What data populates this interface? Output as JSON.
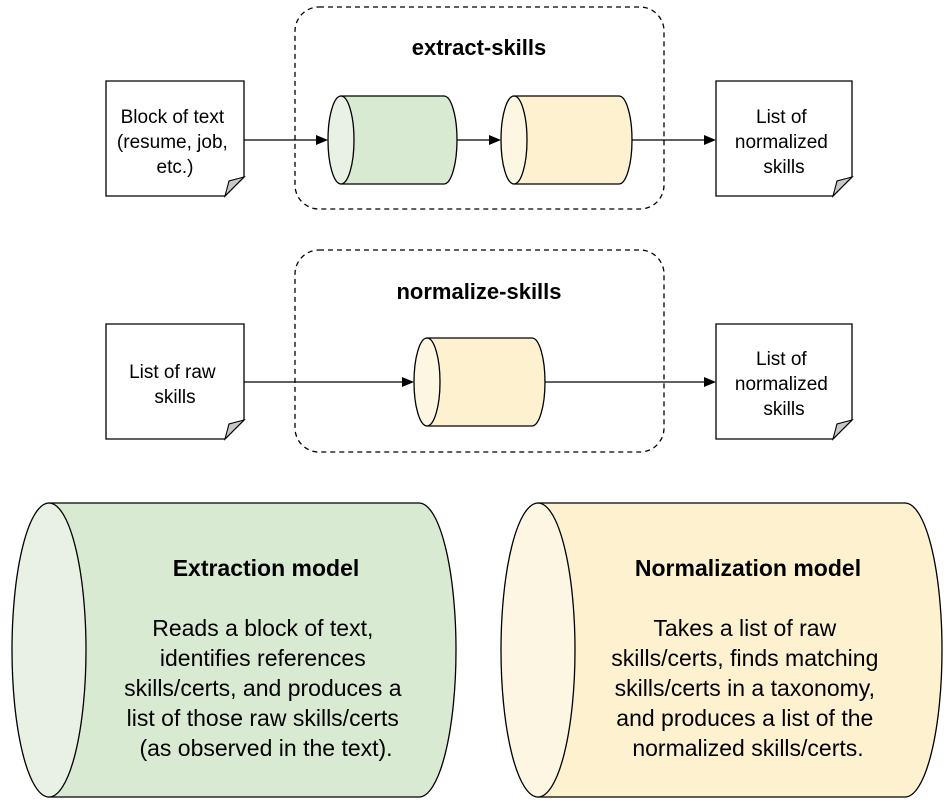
{
  "extract_section": {
    "title": "extract-skills",
    "input_doc": [
      "Block of text",
      "(resume, job,",
      "etc.)"
    ],
    "output_doc": [
      "List of",
      "normalized",
      "skills"
    ]
  },
  "normalize_section": {
    "title": "normalize-skills",
    "input_doc": [
      "List of raw",
      "skills"
    ],
    "output_doc": [
      "List of",
      "normalized",
      "skills"
    ]
  },
  "extraction_model": {
    "title": "Extraction model",
    "description": [
      "Reads a block of text,",
      "identifies references",
      "skills/certs, and produces a",
      "list of those raw skills/certs",
      "(as observed in the text)."
    ]
  },
  "normalization_model": {
    "title": "Normalization model",
    "description": [
      "Takes a list of raw",
      "skills/certs, finds matching",
      "skills/certs in a taxonomy,",
      "and produces a list of the",
      "normalized skills/certs."
    ]
  },
  "colors": {
    "extraction_fill": "#d9ead3",
    "extraction_face": "#e8f1e3",
    "normalization_fill": "#fdf1d0",
    "normalization_face": "#fdf6e2",
    "stroke": "#000000"
  }
}
